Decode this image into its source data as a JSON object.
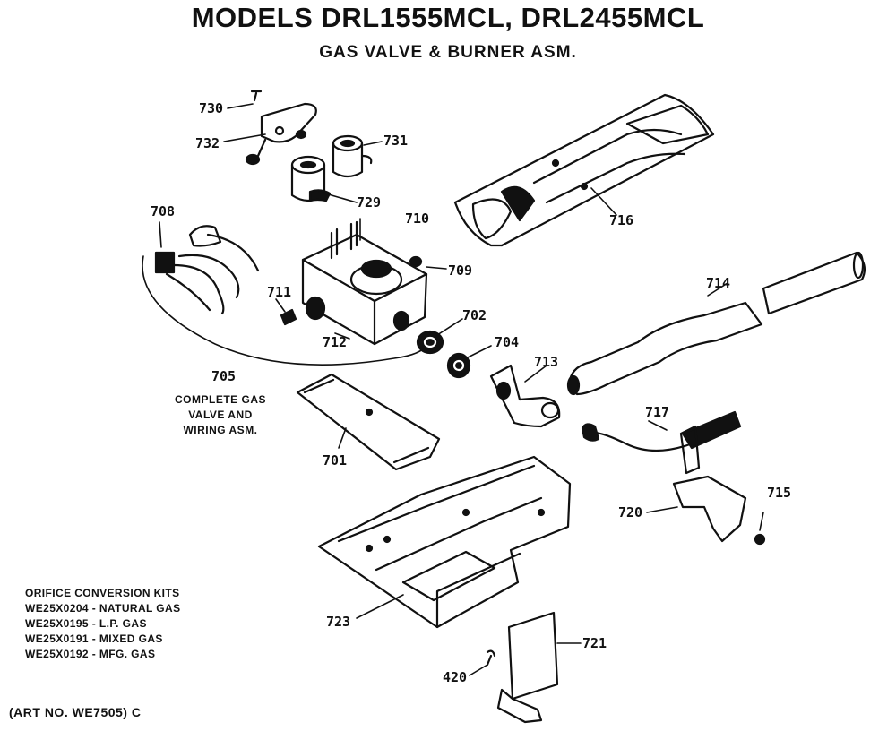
{
  "header": {
    "title": "MODELS DRL1555MCL, DRL2455MCL",
    "subtitle": "GAS VALVE & BURNER ASM."
  },
  "callouts": [
    {
      "id": "730",
      "text": "730"
    },
    {
      "id": "732",
      "text": "732"
    },
    {
      "id": "731",
      "text": "731"
    },
    {
      "id": "729",
      "text": "729"
    },
    {
      "id": "716",
      "text": "716"
    },
    {
      "id": "708",
      "text": "708"
    },
    {
      "id": "710",
      "text": "710"
    },
    {
      "id": "709",
      "text": "709"
    },
    {
      "id": "711",
      "text": "711"
    },
    {
      "id": "712",
      "text": "712"
    },
    {
      "id": "702",
      "text": "702"
    },
    {
      "id": "704",
      "text": "704"
    },
    {
      "id": "713",
      "text": "713"
    },
    {
      "id": "714",
      "text": "714"
    },
    {
      "id": "705",
      "text": "705"
    },
    {
      "id": "701",
      "text": "701"
    },
    {
      "id": "717",
      "text": "717"
    },
    {
      "id": "720",
      "text": "720"
    },
    {
      "id": "715",
      "text": "715"
    },
    {
      "id": "723",
      "text": "723"
    },
    {
      "id": "721",
      "text": "721"
    },
    {
      "id": "420",
      "text": "420"
    }
  ],
  "assembly_caption": [
    "COMPLETE GAS",
    "VALVE AND",
    "WIRING ASM."
  ],
  "conversion_kits": {
    "heading": "ORIFICE CONVERSION KITS",
    "items": [
      {
        "part": "WE25X0204",
        "gas": "NATURAL GAS"
      },
      {
        "part": "WE25X0195",
        "gas": "L.P. GAS"
      },
      {
        "part": "WE25X0191",
        "gas": "MIXED GAS"
      },
      {
        "part": "WE25X0192",
        "gas": "MFG. GAS"
      }
    ]
  },
  "art_number": "(ART NO. WE7505) C"
}
